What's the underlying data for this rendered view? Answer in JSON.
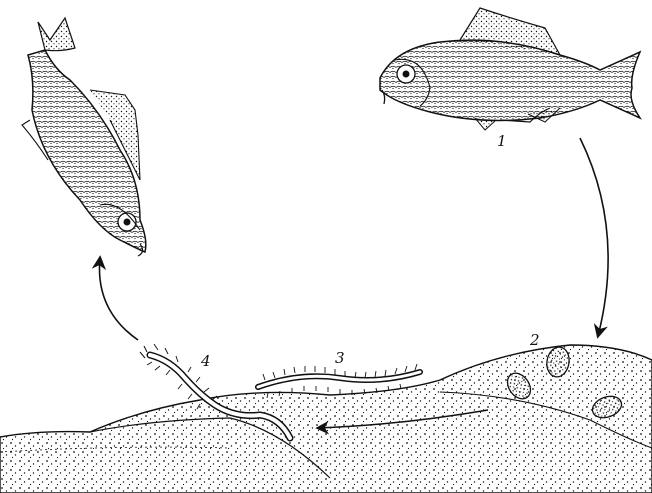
{
  "labels": {
    "stage_1": "1",
    "stage_2": "2",
    "stage_3": "3",
    "stage_4": "4"
  },
  "colors": {
    "ink": "#111111",
    "paper": "#ffffff"
  }
}
